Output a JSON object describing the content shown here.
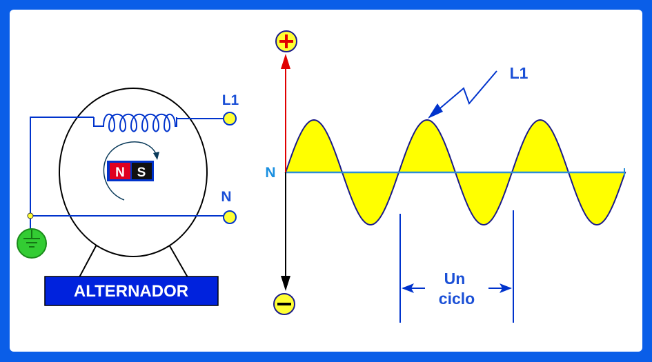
{
  "diagram": {
    "alternator_label": "ALTERNADOR",
    "magnet_north": "N",
    "magnet_south": "S",
    "terminal_l1": "L1",
    "terminal_n": "N",
    "axis_neutral": "N",
    "waveform_label": "L1",
    "cycle_label_line1": "Un",
    "cycle_label_line2": "ciclo",
    "plus_symbol": "+",
    "minus_symbol": "−"
  },
  "colors": {
    "background_frame": "#0a5ee8",
    "wire_blue": "#0033cc",
    "label_blue": "#1a4fd6",
    "wave_fill": "#ffff00",
    "terminal_fill": "#ffff33",
    "ground_green": "#33cc33",
    "positive_arrow": "#e00000",
    "magnet_red": "#e00020",
    "magnet_black": "#111111",
    "alternator_box": "#0022dd",
    "axis_line": "#2a8fd8"
  }
}
